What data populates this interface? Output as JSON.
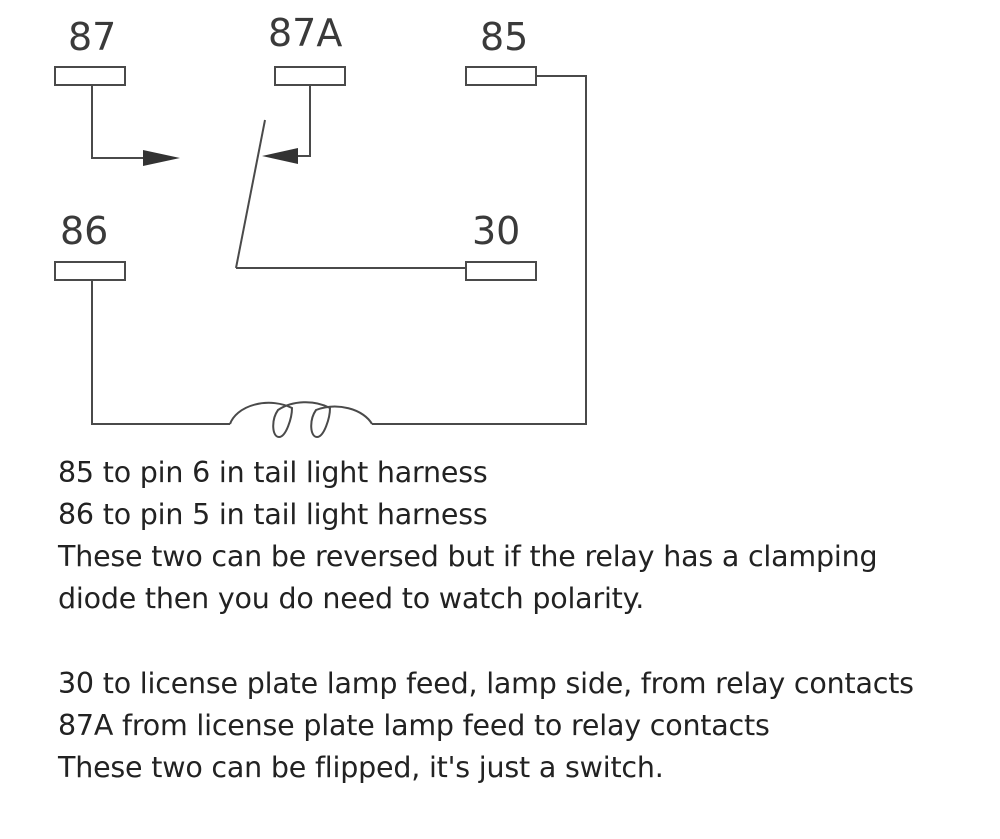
{
  "diagram": {
    "pins": {
      "p87": "87",
      "p87a": "87A",
      "p85": "85",
      "p86": "86",
      "p30": "30"
    },
    "line_color": "#4a4a4a",
    "text_color": "#3a3a3a"
  },
  "notes": {
    "group1": [
      "85 to pin 6 in tail light harness",
      "86 to pin 5 in tail light harness",
      "These two can be reversed but if the relay has a clamping",
      "diode then you do need to watch polarity."
    ],
    "group2": [
      "30 to license plate lamp feed, lamp side, from relay contacts",
      "87A from license plate lamp feed to relay contacts",
      "These two can be flipped, it's just a switch."
    ]
  }
}
